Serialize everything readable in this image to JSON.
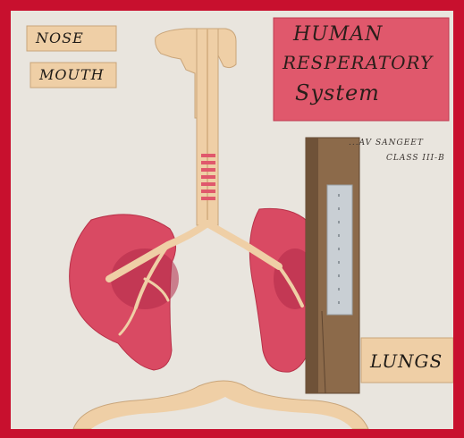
{
  "labels": {
    "nose": "NOSE",
    "mouth": "MOUTH",
    "lungs": "LUNGS"
  },
  "title": {
    "line1": "HUMAN",
    "line2": "RESPERATORY",
    "line3": "System"
  },
  "student": {
    "name": "...AV SANGEET",
    "class": "CLASS III-B"
  },
  "colors": {
    "frame": "#c8102e",
    "board": "#e9e5de",
    "card": "#efcfa6",
    "lung": "#d94a63",
    "title_card": "#e0586c"
  }
}
